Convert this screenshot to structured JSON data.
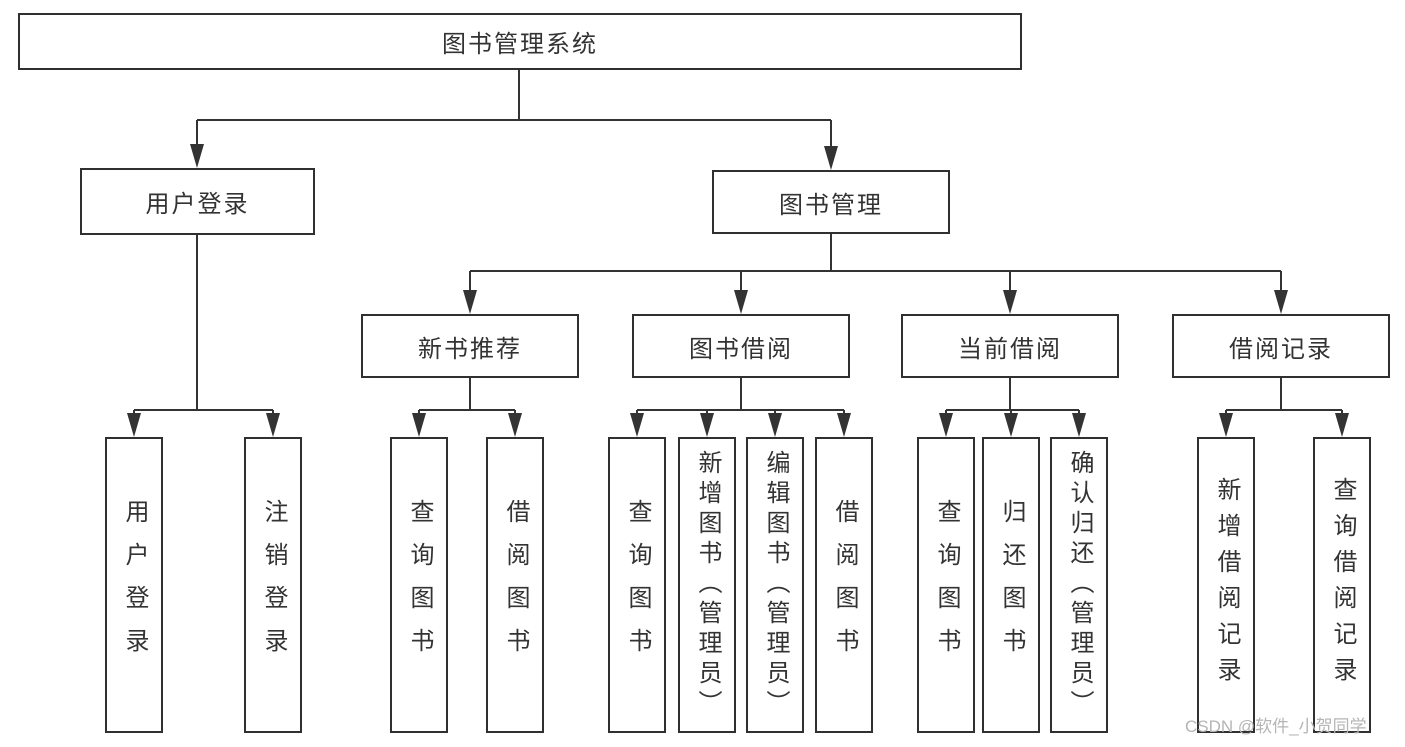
{
  "diagram": {
    "root": {
      "label": "图书管理系统"
    },
    "branches": [
      {
        "label": "用户登录",
        "children": [
          {
            "label": "用户登录"
          },
          {
            "label": "注销登录"
          }
        ]
      },
      {
        "label": "图书管理",
        "sub": [
          {
            "label": "新书推荐",
            "children": [
              {
                "label": "查询图书"
              },
              {
                "label": "借阅图书"
              }
            ]
          },
          {
            "label": "图书借阅",
            "children": [
              {
                "label": "查询图书"
              },
              {
                "label": "新增图书（管理员）"
              },
              {
                "label": "编辑图书（管理员）"
              },
              {
                "label": "借阅图书"
              }
            ]
          },
          {
            "label": "当前借阅",
            "children": [
              {
                "label": "查询图书"
              },
              {
                "label": "归还图书"
              },
              {
                "label": "确认归还（管理员）"
              }
            ]
          },
          {
            "label": "借阅记录",
            "children": [
              {
                "label": "新增借阅记录"
              },
              {
                "label": "查询借阅记录"
              }
            ]
          }
        ]
      }
    ]
  },
  "watermark": {
    "text": "CSDN @软件_小贺同学"
  },
  "colors": {
    "line": "#333333",
    "border": "#303030",
    "text": "#333333",
    "watermark": "#b5b5b5",
    "background": "#ffffff"
  }
}
